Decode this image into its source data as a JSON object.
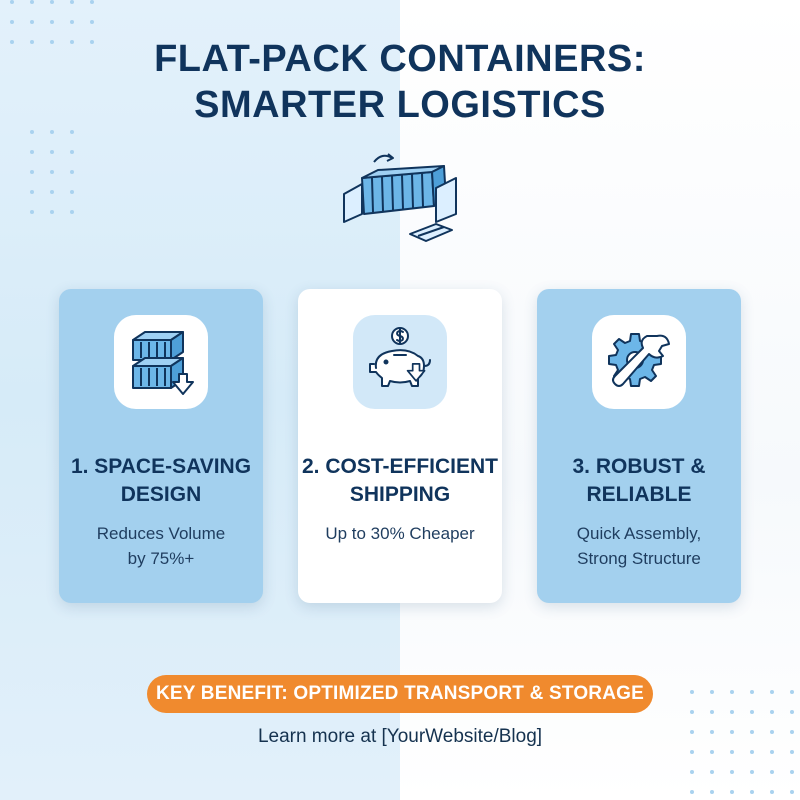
{
  "header": {
    "title_line1": "FLAT-PACK CONTAINERS:",
    "title_line2": "SMARTER LOGISTICS",
    "icon": "flat-pack-container-icon"
  },
  "cards": [
    {
      "title_line1": "1. SPACE-SAVING",
      "title_line2": "DESIGN",
      "text_line1": "Reduces Volume",
      "text_line2": "by 75%+",
      "icon": "stacked-containers-icon",
      "background": "#a3d0ee"
    },
    {
      "title_line1": "2. COST-EFFICIENT",
      "title_line2": "SHIPPING",
      "text_line1": "Up to 30% Cheaper",
      "text_line2": "",
      "icon": "piggy-bank-icon",
      "background": "#ffffff"
    },
    {
      "title_line1": "3. ROBUST &",
      "title_line2": "RELIABLE",
      "text_line1": "Quick Assembly,",
      "text_line2": "Strong Structure",
      "icon": "gear-wrench-icon",
      "background": "#a3d0ee"
    }
  ],
  "footer": {
    "benefit": "KEY BENEFIT: OPTIMIZED TRANSPORT & STORAGE",
    "learn_more": "Learn more at [YourWebsite/Blog]"
  },
  "colors": {
    "navy": "#10345c",
    "card_blue": "#a3d0ee",
    "accent_orange": "#f08a2e",
    "icon_blue": "#5aa9de"
  }
}
